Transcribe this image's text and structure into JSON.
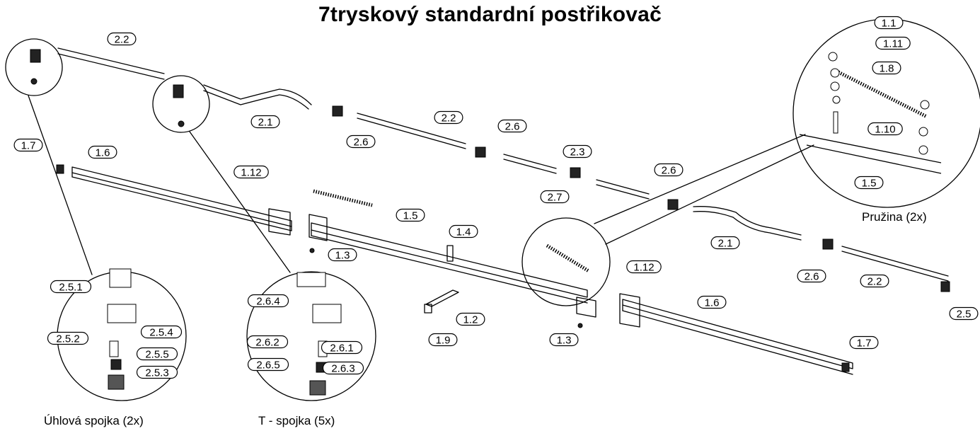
{
  "title": "7tryskový standardní postřikovač",
  "captions": {
    "angle": "Úhlová spojka (2x)",
    "tee": "T - spojka (5x)",
    "spring": "Pružina (2x)"
  },
  "labels": [
    "2.2",
    "2.1",
    "2.6",
    "2.2",
    "2.6",
    "2.3",
    "2.7",
    "2.6",
    "2.1",
    "2.6",
    "2.2",
    "2.5",
    "1.7",
    "1.6",
    "1.12",
    "1.5",
    "1.4",
    "1.3",
    "1.2",
    "1.9",
    "1.3",
    "1.12",
    "1.6",
    "1.7",
    "1.1",
    "1.11",
    "1.8",
    "1.10",
    "1.5",
    "2.5.1",
    "2.5.4",
    "2.5.2",
    "2.5.5",
    "2.5.3",
    "2.6.4",
    "2.6.2",
    "2.6.1",
    "2.6.5",
    "2.6.3"
  ]
}
